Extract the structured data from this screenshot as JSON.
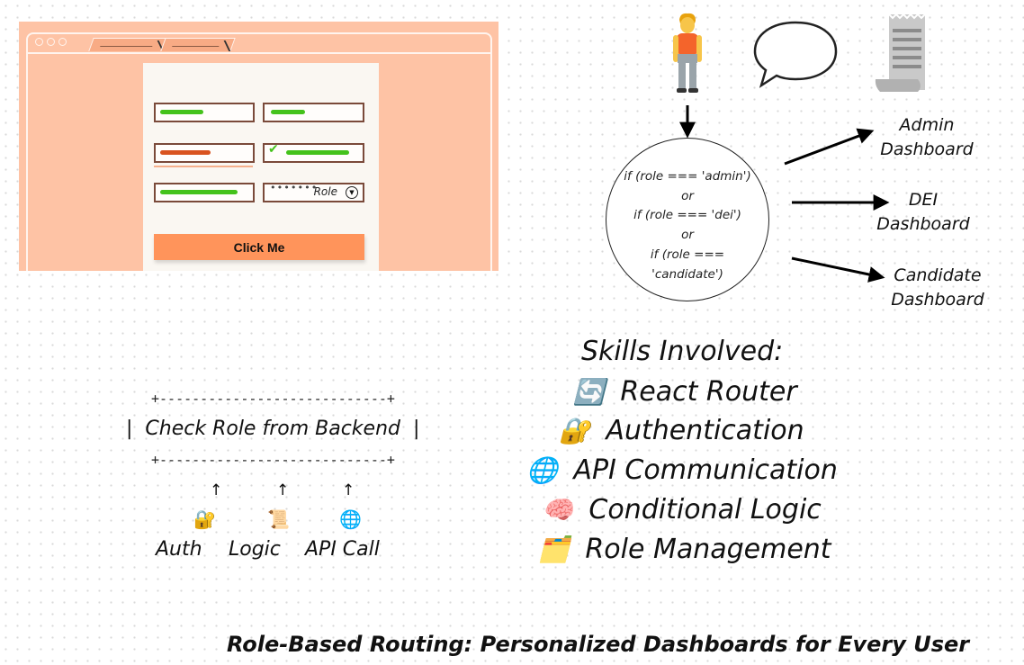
{
  "form": {
    "role_label": "Role",
    "button_label": "Click Me"
  },
  "flow": {
    "condition_lines": [
      "if (role === 'admin')",
      "or",
      "if (role === 'dei')",
      "or",
      "if (role ===",
      "'candidate')"
    ],
    "targets": [
      {
        "line1": "Admin",
        "line2": "Dashboard"
      },
      {
        "line1": "DEI",
        "line2": "Dashboard"
      },
      {
        "line1": "Candidate",
        "line2": "Dashboard"
      }
    ]
  },
  "skills": {
    "title": "Skills Involved:",
    "items": [
      {
        "icon": "🔄",
        "icon_name": "repeat-icon",
        "label": "React Router"
      },
      {
        "icon": "🔐",
        "icon_name": "lock-icon",
        "label": "Authentication"
      },
      {
        "icon": "🌐",
        "icon_name": "globe-icon",
        "label": "API Communication"
      },
      {
        "icon": "🧠",
        "icon_name": "brain-icon",
        "label": "Conditional Logic"
      },
      {
        "icon": "🗂️",
        "icon_name": "folder-icon",
        "label": "Role Management"
      }
    ]
  },
  "backend_box": {
    "border_top": "+----------------------------+",
    "label": "|  Check Role from Backend  |",
    "border_bottom": "+----------------------------+",
    "arrows": [
      "↑",
      "↑",
      "↑"
    ],
    "items": [
      {
        "icon": "🔐",
        "icon_name": "lock-icon",
        "label": "Auth"
      },
      {
        "icon": "📜",
        "icon_name": "scroll-icon",
        "label": "Logic"
      },
      {
        "icon": "🌐",
        "icon_name": "globe-icon",
        "label": "API Call"
      }
    ]
  },
  "footer": {
    "title": "Role-Based Routing: Personalized Dashboards for Every User"
  },
  "colors": {
    "browser_bg": "#fec3a5",
    "button": "#ff945b",
    "valid_bar": "#44c21b",
    "invalid_bar": "#d9531f"
  }
}
